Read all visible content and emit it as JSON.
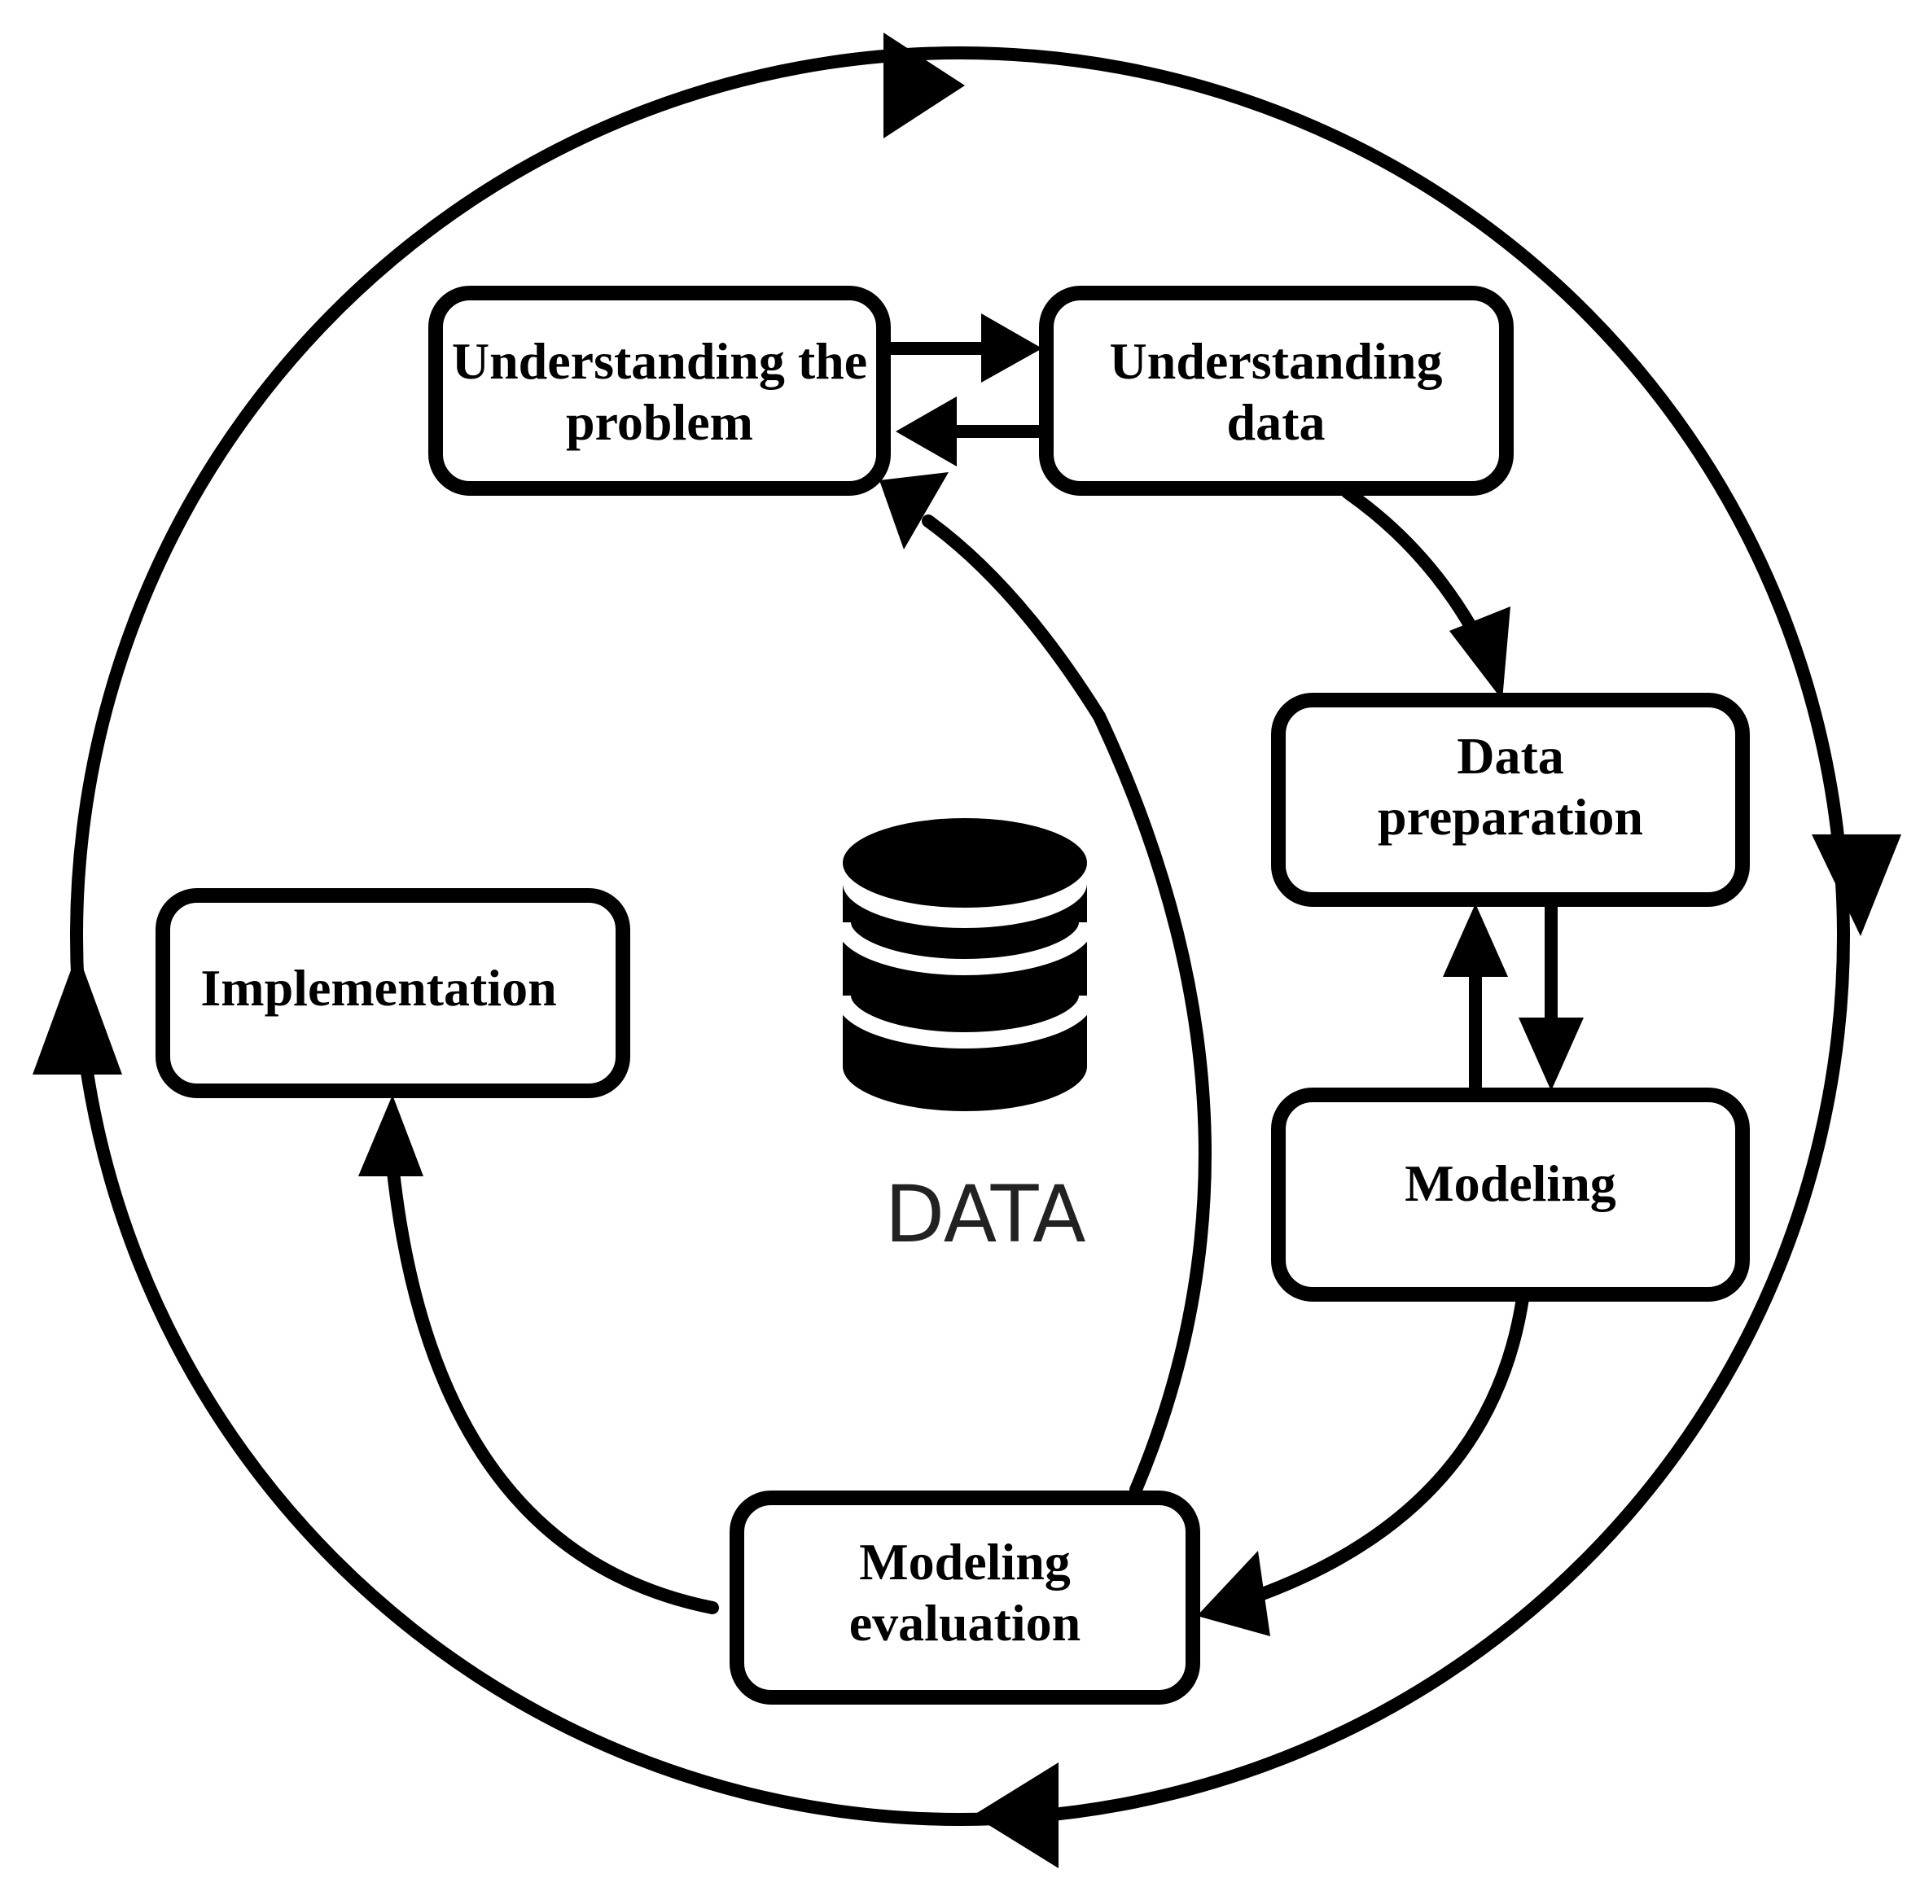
{
  "diagram": {
    "steps": {
      "understanding_problem": {
        "line1": "Understanding the",
        "line2": "problem"
      },
      "understanding_data": {
        "line1": "Understanding",
        "line2": "data"
      },
      "data_preparation": {
        "line1": "Data",
        "line2": "preparation"
      },
      "modeling": {
        "label": "Modeling"
      },
      "modeling_evaluation": {
        "line1": "Modeling",
        "line2": "evaluation"
      },
      "implementation": {
        "label": "Implementation"
      }
    },
    "center": {
      "icon": "database-icon",
      "label": "DATA"
    },
    "colors": {
      "ink": "#000000",
      "background": "#ffffff"
    }
  }
}
